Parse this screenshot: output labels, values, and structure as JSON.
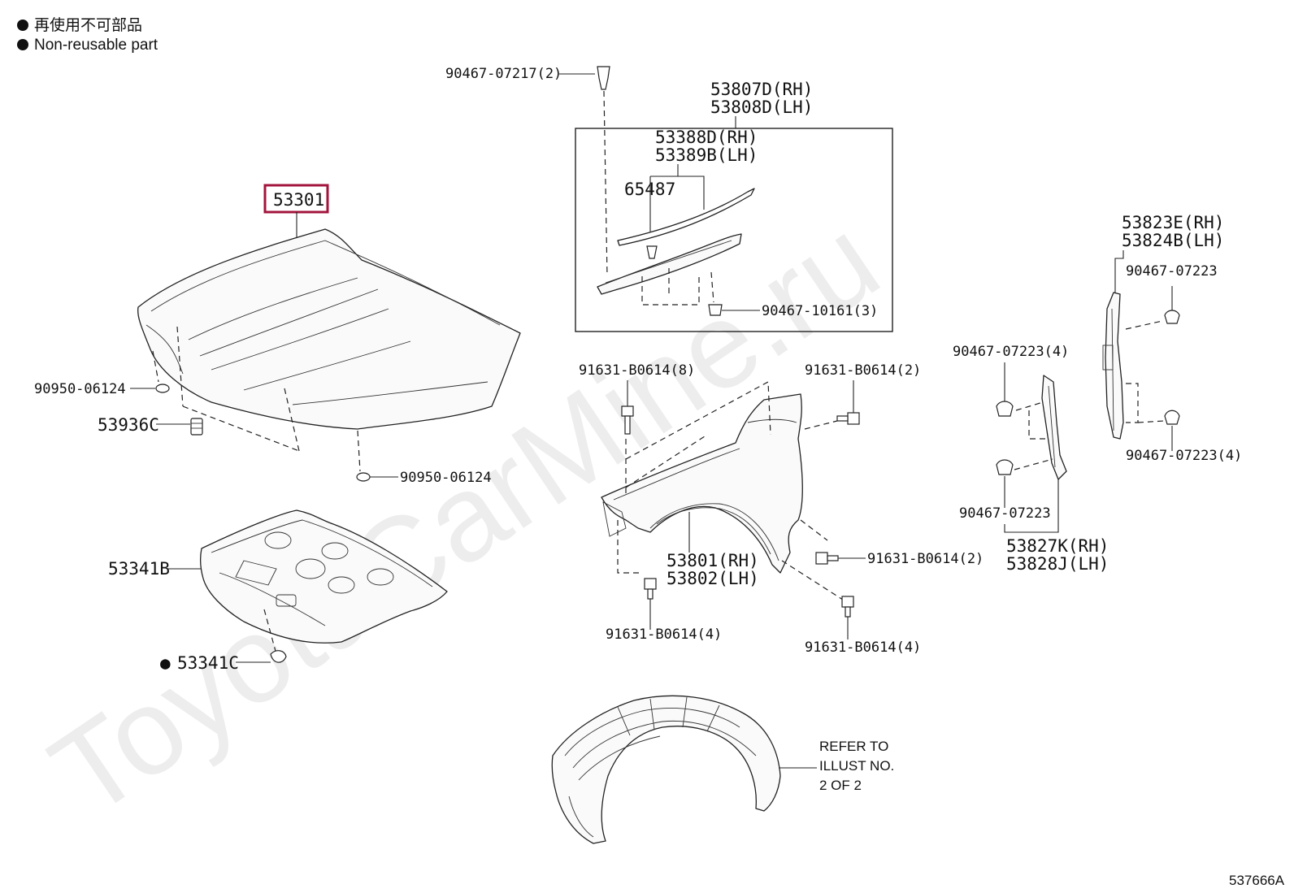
{
  "legend": {
    "symbol": "●",
    "line_jp": "再使用不可部品",
    "line_en": "Non-reusable part"
  },
  "watermark": "ToyotaCarMine.ru",
  "parts": {
    "hood": "53301",
    "hood_cushion": "53936C",
    "hood_plug_left": "90950-06124",
    "hood_plug_right": "90950-06124",
    "hood_insulator": "53341B",
    "insulator_clip_marker": "●",
    "insulator_clip": "53341C",
    "top_clip": "90467-07217(2)",
    "seal_assy_rh": "53807D(RH)",
    "seal_assy_lh": "53808D(LH)",
    "seal_rh": "53388D(RH)",
    "seal_lh": "53389B(LH)",
    "seal_retainer": "65487",
    "seal_clip": "90467-10161(3)",
    "fender_bolt_top_left": "91631-B0614(8)",
    "fender_bolt_top_right": "91631-B0614(2)",
    "fender_bolt_mid_right": "91631-B0614(2)",
    "fender_bolt_bottom_left": "91631-B0614(4)",
    "fender_bolt_bottom_right": "91631-B0614(4)",
    "fender_rh": "53801(RH)",
    "fender_lh": "53802(LH)",
    "upper_seal_rh": "53823E(RH)",
    "upper_seal_lh": "53824B(LH)",
    "upper_seal_clip_top": "90467-07223",
    "upper_seal_clip_bottom": "90467-07223(4)",
    "lower_seal_clip_top": "90467-07223(4)",
    "lower_seal_clip_bottom": "90467-07223",
    "lower_seal_rh": "53827K(RH)",
    "lower_seal_lh": "53828J(LH)"
  },
  "liner_note": {
    "line1": "REFER TO",
    "line2": "ILLUST NO.",
    "line3": "2 OF 2"
  },
  "illustration_id": "537666A",
  "colors": {
    "highlight": "#a3143c",
    "linework": "#222222",
    "watermark": "#d8d8d8"
  }
}
